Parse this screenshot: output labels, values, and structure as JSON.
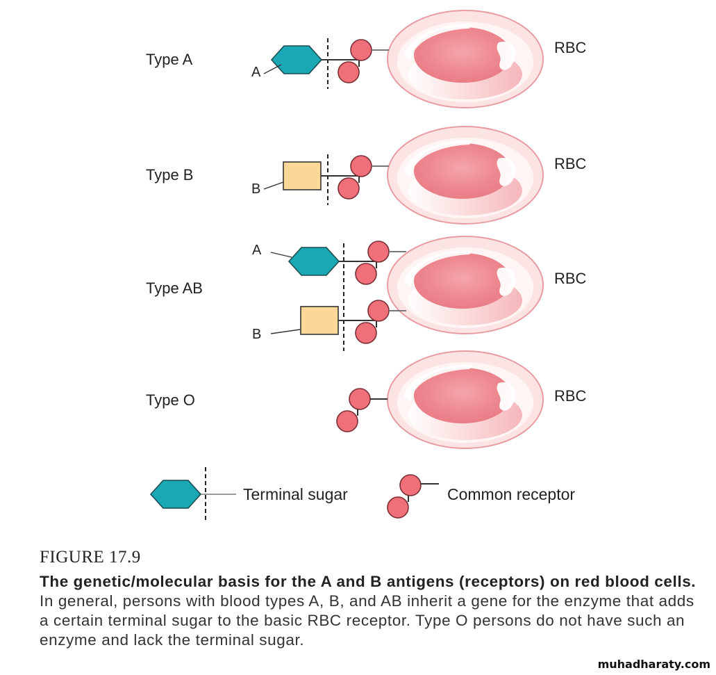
{
  "diagram": {
    "rows": [
      {
        "type_label": "Type A",
        "rbc_label": "RBC",
        "sugars": [
          {
            "letter": "A",
            "shape": "hexagon"
          }
        ]
      },
      {
        "type_label": "Type B",
        "rbc_label": "RBC",
        "sugars": [
          {
            "letter": "B",
            "shape": "square"
          }
        ]
      },
      {
        "type_label": "Type AB",
        "rbc_label": "RBC",
        "sugars": [
          {
            "letter": "A",
            "shape": "hexagon"
          },
          {
            "letter": "B",
            "shape": "square"
          }
        ]
      },
      {
        "type_label": "Type O",
        "rbc_label": "RBC",
        "sugars": []
      }
    ],
    "legend": {
      "terminal_sugar": "Terminal sugar",
      "common_receptor": "Common receptor"
    },
    "colors": {
      "sugar_a": "#1aa9b4",
      "sugar_b": "#fcd898",
      "receptor": "#f0707a",
      "rbc_outer": "#fbe1e1",
      "rbc_inner": "#ef8c94"
    }
  },
  "figure": {
    "title": "FIGURE 17.9",
    "caption_bold": "The genetic/molecular basis for the A and B antigens (receptors) on red blood cells.",
    "caption_text": "In general, persons with blood types A, B, and AB inherit a gene for the enzyme that adds a certain terminal sugar to the basic RBC receptor. Type O persons do not have such an enzyme and lack the terminal sugar."
  },
  "watermark": "muhadharaty.com"
}
